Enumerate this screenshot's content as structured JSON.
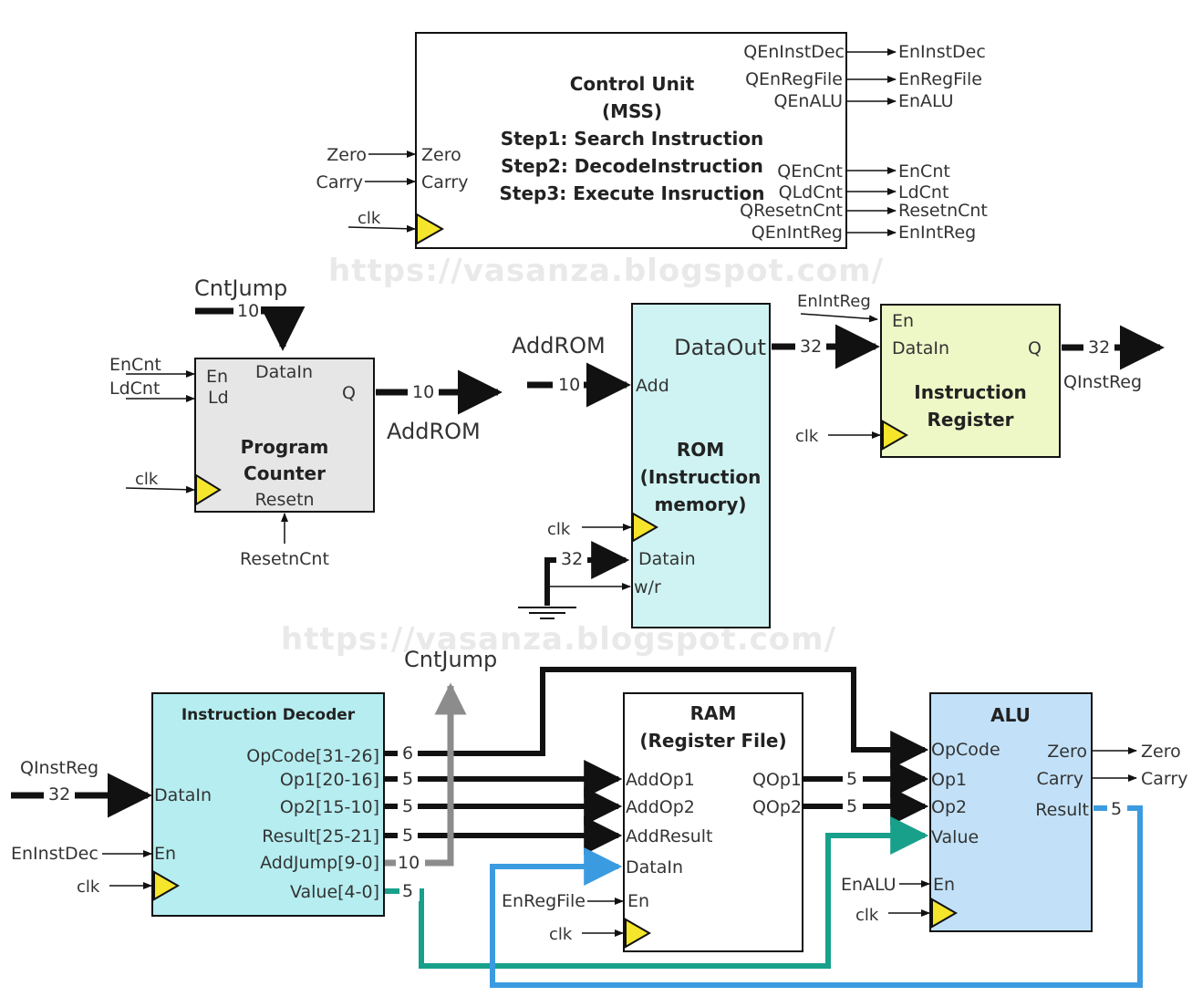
{
  "watermark": "https://vasanza.blogspot.com/",
  "control_unit": {
    "title_lines": [
      "Control Unit",
      "(MSS)",
      "Step1: Search Instruction",
      "Step2: DecodeInstruction",
      "Step3: Execute Insruction"
    ],
    "inputs": [
      "Zero",
      "Carry"
    ],
    "clk": "clk",
    "outputs": [
      "QEnInstDec",
      "QEnRegFile",
      "QEnALU",
      "QEnCnt",
      "QLdCnt",
      "QResetnCnt",
      "QEnIntReg"
    ],
    "output_signals": [
      "EnInstDec",
      "EnRegFile",
      "EnALU",
      "EnCnt",
      "LdCnt",
      "ResetnCnt",
      "EnIntReg"
    ],
    "input_signals": [
      "Zero",
      "Carry"
    ]
  },
  "program_counter": {
    "title_lines": [
      "Program",
      "Counter"
    ],
    "ports": {
      "en": "En",
      "ld": "Ld",
      "datain": "DataIn",
      "q": "Q",
      "resetn": "Resetn"
    },
    "signals": {
      "encnt": "EnCnt",
      "ldcnt": "LdCnt",
      "clk": "clk",
      "resetn": "ResetnCnt",
      "cntjump": "CntJump",
      "addrom": "AddROM"
    },
    "widths": {
      "datain": "10",
      "q": "10"
    },
    "fill": "#e6e6e6"
  },
  "rom": {
    "title_lines": [
      "ROM",
      "(Instruction",
      "memory)"
    ],
    "ports": {
      "add": "Add",
      "dataout": "DataOut",
      "datain": "Datain",
      "wr": "w/r"
    },
    "signals": {
      "addrom": "AddROM",
      "clk": "clk"
    },
    "widths": {
      "add": "10",
      "datain": "32",
      "dataout": "32"
    },
    "fill": "#cff3f3"
  },
  "instruction_register": {
    "title_lines": [
      "Instruction",
      "Register"
    ],
    "ports": {
      "en": "En",
      "datain": "DataIn",
      "q": "Q"
    },
    "signals": {
      "en": "EnIntReg",
      "clk": "clk",
      "q": "QInstReg"
    },
    "widths": {
      "q": "32"
    },
    "fill": "#eef7c6"
  },
  "instruction_decoder": {
    "title": "Instruction Decoder",
    "ports": {
      "datain": "DataIn",
      "en": "En"
    },
    "outputs": [
      "OpCode[31-26]",
      "Op1[20-16]",
      "Op2[15-10]",
      "Result[25-21]",
      "AddJump[9-0]",
      "Value[4-0]"
    ],
    "output_widths": [
      "6",
      "5",
      "5",
      "5",
      "10",
      "5"
    ],
    "signals": {
      "qinstreg": "QInstReg",
      "eninstdec": "EnInstDec",
      "clk": "clk",
      "cntjump": "CntJump"
    },
    "widths": {
      "datain": "32"
    },
    "fill": "#b5edf0"
  },
  "ram": {
    "title_lines": [
      "RAM",
      "(Register File)"
    ],
    "inputs": [
      "AddOp1",
      "AddOp2",
      "AddResult",
      "DataIn",
      "En"
    ],
    "outputs": [
      "QOp1",
      "QOp2"
    ],
    "output_widths": [
      "5",
      "5"
    ],
    "signals": {
      "en": "EnRegFile",
      "clk": "clk"
    },
    "fill": "#ffffff"
  },
  "alu": {
    "title": "ALU",
    "inputs": [
      "OpCode",
      "Op1",
      "Op2",
      "Value",
      "En"
    ],
    "outputs": [
      "Zero",
      "Carry",
      "Result"
    ],
    "output_signals": [
      "Zero",
      "Carry"
    ],
    "result_width": "5",
    "signals": {
      "en": "EnALU",
      "clk": "clk"
    },
    "fill": "#c2e1f8"
  },
  "colors": {
    "clock_triangle": "#f5e52b",
    "gray_bus": "#8c8c8c",
    "teal_bus": "#18a08a",
    "blue_bus": "#3b9be0"
  }
}
